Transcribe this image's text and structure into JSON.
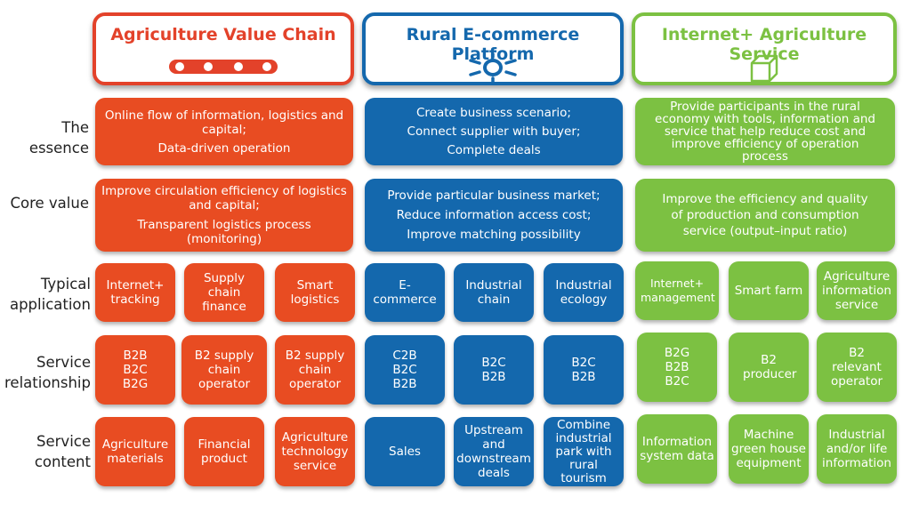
{
  "columns": [
    {
      "title": "Agriculture Value Chain",
      "color": "#e3422a",
      "icon": "chain-icon"
    },
    {
      "title": "Rural E-commerce Platform",
      "color": "#1468ad",
      "icon": "platform-icon"
    },
    {
      "title": "Internet+ Agriculture Service",
      "color": "#7cc142",
      "icon": "cube-icon"
    }
  ],
  "rows": [
    {
      "label": "The essence"
    },
    {
      "label": "Core value"
    },
    {
      "label": "Typical application"
    },
    {
      "label": "Service relationship"
    },
    {
      "label": "Service content"
    }
  ],
  "essence": [
    [
      "Online flow of information, logistics and capital;",
      "Data-driven operation"
    ],
    [
      "Create business scenario;",
      "Connect supplier with buyer;",
      "Complete deals"
    ],
    [
      "Provide participants in the rural economy with tools, information and service that help reduce cost and improve efficiency of operation process"
    ]
  ],
  "core_value": [
    [
      "Improve circulation efficiency of logistics and capital;",
      "Transparent logistics process (monitoring)"
    ],
    [
      "Provide particular business market;",
      "Reduce information access cost;",
      "Improve matching possibility"
    ],
    [
      "Improve the efficiency and quality of production and consumption service (output–input ratio)"
    ]
  ],
  "typical_application": [
    [
      "Internet+ tracking",
      "Supply chain finance",
      "Smart logistics"
    ],
    [
      "E-commerce",
      "Industrial chain",
      "Industrial ecology"
    ],
    [
      "Internet+ management",
      "Smart farm",
      "Agriculture information service"
    ]
  ],
  "service_relationship": [
    [
      "B2B B2C B2G",
      "B2 supply chain operator",
      "B2 supply chain operator"
    ],
    [
      "C2B B2C B2B",
      "B2C B2B",
      "B2C B2B"
    ],
    [
      "B2G B2B B2C",
      "B2 producer",
      "B2 relevant operator"
    ]
  ],
  "service_content": [
    [
      "Agriculture materials",
      "Financial product",
      "Agriculture technology service"
    ],
    [
      "Sales",
      "Upstream and downstream deals",
      "Combine industrial park with rural tourism"
    ],
    [
      "Information system data",
      "Machine green house equipment",
      "Industrial and/or life information"
    ]
  ]
}
